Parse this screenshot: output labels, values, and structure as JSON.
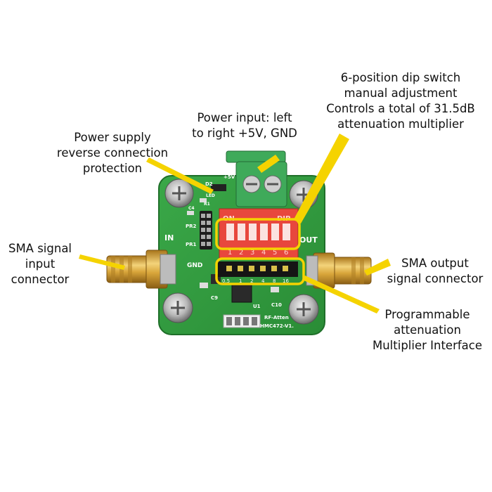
{
  "callouts": {
    "dip_switch": [
      "6-position dip switch",
      "manual adjustment",
      "Controls a total of 31.5dB",
      "attenuation multiplier"
    ],
    "power_input": [
      "Power input: left",
      "to right +5V, GND"
    ],
    "reverse_protection": [
      "Power supply",
      "reverse connection",
      "protection"
    ],
    "sma_input": [
      "SMA signal",
      "input",
      "connector"
    ],
    "sma_output": [
      "SMA output",
      "signal connector"
    ],
    "programmable": [
      "Programmable",
      "attenuation",
      "Multiplier Interface"
    ]
  },
  "board": {
    "in_label": "IN",
    "out_label": "OUT",
    "gnd_label": "GND",
    "plus5v_label": "+5V",
    "on_label": "ON",
    "dip_label": "DIP",
    "led_label": "LED",
    "d2_label": "D2",
    "r1_label": "R1",
    "c4_label": "C4",
    "pr2_label": "PR2",
    "pr1_label": "PR1",
    "c9_label": "C9",
    "c10_label": "C10",
    "u1_label": "U1",
    "brand_line1": "RF-Atten",
    "brand_line2": "HMC472-V1.",
    "dip_numbers": [
      "1",
      "2",
      "3",
      "4",
      "5",
      "6"
    ],
    "header_labels": [
      "0.5",
      "1",
      "2",
      "4",
      "8",
      "16"
    ]
  },
  "colors": {
    "pcb": "#2f9a3c",
    "highlight": "#f5d300",
    "dip_body": "#e8473d",
    "terminal": "#3faa5a",
    "gold": "#d8a53a"
  }
}
